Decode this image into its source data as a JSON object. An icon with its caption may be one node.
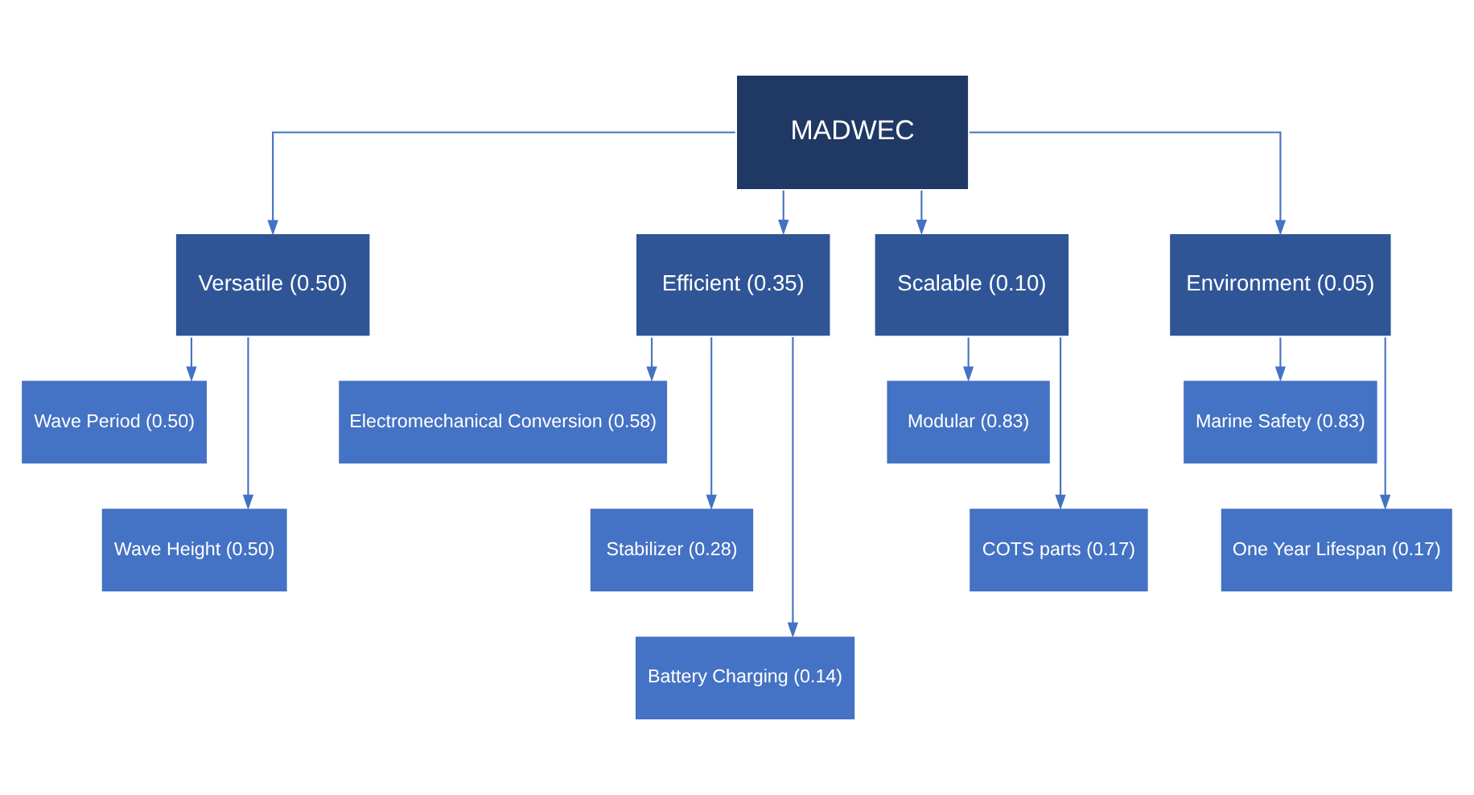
{
  "diagram": {
    "nodes": [
      {
        "text": [
          "MADWEC"
        ]
      },
      {
        "text": [
          "Versatile (0.50)"
        ]
      },
      {
        "text": [
          "Efficient (0.35)"
        ]
      },
      {
        "text": [
          "Scalable (0.10)"
        ]
      },
      {
        "text": [
          "Environment (0.05)"
        ]
      },
      {
        "text": [
          "Wave Period (0.50)"
        ]
      },
      {
        "text": [
          "Wave Height (0.50)"
        ]
      },
      {
        "text": [
          "Electromechanical Conversion (0.58)"
        ]
      },
      {
        "text": [
          "Stabilizer (0.28)"
        ]
      },
      {
        "text": [
          "Battery Charging (0.14)"
        ]
      },
      {
        "text": [
          "Modular (0.83)"
        ]
      },
      {
        "text": [
          "COTS parts (0.17)"
        ]
      },
      {
        "text": [
          "Marine Safety (0.83)"
        ]
      },
      {
        "text": [
          "One Year Lifespan (0.17)"
        ]
      }
    ],
    "edges": [
      {
        "from": 0,
        "to": 1,
        "arrow": "to"
      },
      {
        "from": 0,
        "to": 2,
        "arrow": "to"
      },
      {
        "from": 0,
        "to": 3,
        "arrow": "to"
      },
      {
        "from": 0,
        "to": 4,
        "arrow": "to"
      },
      {
        "from": 1,
        "to": 5,
        "arrow": "to"
      },
      {
        "from": 1,
        "to": 6,
        "arrow": "to"
      },
      {
        "from": 2,
        "to": 7,
        "arrow": "to"
      },
      {
        "from": 2,
        "to": 8,
        "arrow": "to"
      },
      {
        "from": 2,
        "to": 9,
        "arrow": "to"
      },
      {
        "from": 3,
        "to": 10,
        "arrow": "to"
      },
      {
        "from": 3,
        "to": 11,
        "arrow": "to"
      },
      {
        "from": 4,
        "to": 12,
        "arrow": "to"
      },
      {
        "from": 4,
        "to": 13,
        "arrow": "to"
      }
    ]
  }
}
